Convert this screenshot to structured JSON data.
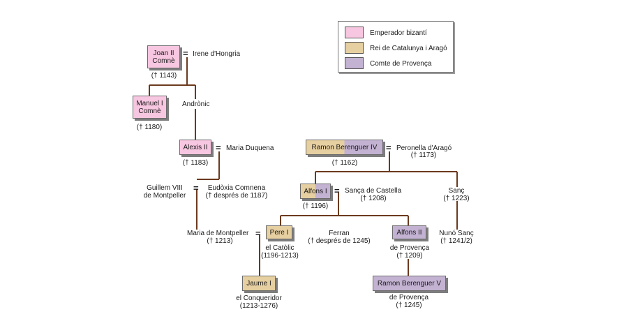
{
  "colors": {
    "emperor": "#f7c6e0",
    "king": "#e6cfa0",
    "count": "#c3b2d2",
    "line": "#6b3a1e"
  },
  "legend": {
    "emperor": "Emperador bizantí",
    "king": "Rei de Catalunya i Aragó",
    "count": "Comte de Provença"
  },
  "people": {
    "joan2": {
      "name1": "Joan II",
      "name2": "Comnè",
      "dates": "(† 1143)"
    },
    "irene": {
      "name": "Irene d'Hongria"
    },
    "manuel1": {
      "name1": "Manuel I",
      "name2": "Comnè",
      "dates": "(† 1180)"
    },
    "andronic": {
      "name": "Andrònic"
    },
    "alexis2": {
      "name": "Alexis II",
      "dates": "(† 1183)"
    },
    "maria_duquena": {
      "name": "Maria Duquena"
    },
    "guillem8": {
      "name1": "Guillem VIII",
      "name2": "de Montpeller"
    },
    "eudoxia": {
      "name": "Eudòxia Comnena",
      "dates": "(† després de 1187)"
    },
    "maria_montpeller": {
      "name": "Maria de Montpeller",
      "dates": "(† 1213)"
    },
    "ramon4": {
      "name": "Ramon Berenguer IV",
      "dates": "(† 1162)"
    },
    "peronella": {
      "name": "Peronella d'Aragó",
      "dates": "(† 1173)"
    },
    "alfons1": {
      "name": "Alfons I",
      "dates": "(† 1196)"
    },
    "sanca": {
      "name": "Sança de Castella",
      "dates": "(† 1208)"
    },
    "sanc": {
      "name": "Sanç",
      "dates": "(† 1223)"
    },
    "pere1": {
      "name": "Pere I",
      "epithet": "el Catòlic",
      "dates": "(1196-1213)"
    },
    "ferran": {
      "name": "Ferran",
      "dates": "(† després de 1245)"
    },
    "alfons2": {
      "name": "Alfons II",
      "title": "de Provença",
      "dates": "(† 1209)"
    },
    "nuno": {
      "name": "Nunó Sanç",
      "dates": "(† 1241/2)"
    },
    "jaume1": {
      "name": "Jaume I",
      "epithet": "el Conqueridor",
      "dates": "(1213-1276)"
    },
    "ramon5": {
      "name": "Ramon Berenguer V",
      "title": "de Provença",
      "dates": "(† 1245)"
    }
  },
  "marriage_symbol": "="
}
